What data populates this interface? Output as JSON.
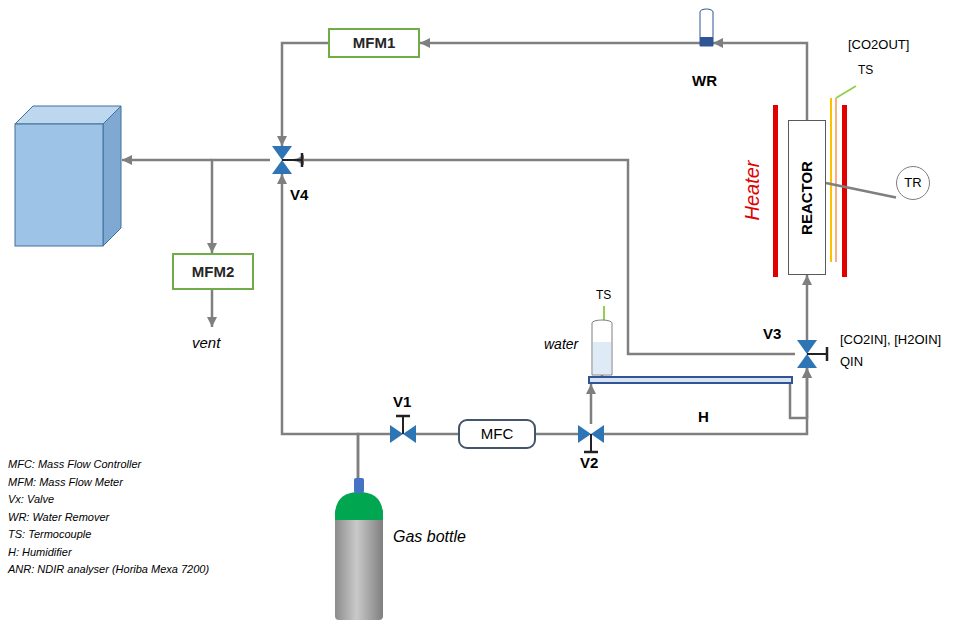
{
  "diagram": {
    "nodes": [
      {
        "text": [
          "MFM1"
        ]
      },
      {
        "text": [
          "WR"
        ]
      },
      {
        "text": [
          "V4"
        ]
      },
      {
        "text": [
          "REACTOR"
        ]
      },
      {
        "text": [
          "MFM2"
        ]
      },
      {
        "text": [
          "V3"
        ]
      },
      {
        "text": [
          "water"
        ]
      },
      {
        "text": [
          "H"
        ]
      },
      {
        "text": [
          "V1"
        ]
      },
      {
        "text": [
          "MFC"
        ]
      },
      {
        "text": [
          "V2"
        ]
      },
      {
        "text": [
          "Gas bottle"
        ]
      },
      {
        "text": [
          "TR"
        ]
      }
    ],
    "edges": [
      {
        "from": 11,
        "to": 2,
        "arrow": "to"
      },
      {
        "from": 11,
        "to": 8,
        "arrow": "none"
      },
      {
        "from": 8,
        "to": 9,
        "arrow": "none"
      },
      {
        "from": 9,
        "to": 10,
        "arrow": "none"
      },
      {
        "from": 10,
        "to": 7,
        "arrow": "to"
      },
      {
        "from": 10,
        "to": 5,
        "arrow": "to"
      },
      {
        "from": 7,
        "to": 5,
        "arrow": "to"
      },
      {
        "from": 6,
        "to": 7,
        "arrow": "none"
      },
      {
        "from": 5,
        "to": 3,
        "arrow": "to"
      },
      {
        "from": 5,
        "to": 2,
        "arrow": "to"
      },
      {
        "from": 3,
        "to": 1,
        "arrow": "to"
      },
      {
        "from": 1,
        "to": 0,
        "arrow": "to"
      },
      {
        "from": 0,
        "to": 2,
        "arrow": "to"
      },
      {
        "from": 2,
        "to": 4,
        "arrow": "to"
      },
      {
        "from": 12,
        "to": 3,
        "arrow": "none"
      }
    ],
    "labels": [
      "[CO2OUT]",
      "TS",
      "Heater",
      "[CO2IN], [H2OIN]",
      "QIN",
      "TS",
      "vent",
      "MFC: Mass Flow Controller",
      "MFM: Mass Flow Meter",
      "Vx: Valve",
      "WR: Water Remover",
      "TS: Termocouple",
      "H: Humidifier",
      "ANR: NDIR analyser (Horiba Mexa 7200)"
    ]
  }
}
